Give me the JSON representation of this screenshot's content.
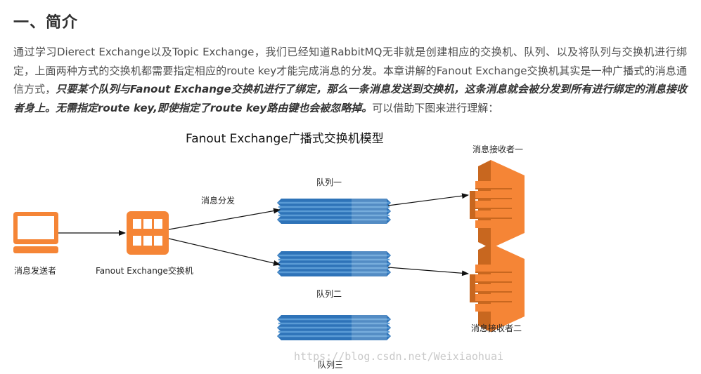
{
  "heading": "一、简介",
  "paragraph": {
    "plain_1": "通过学习Dierect Exchange以及Topic Exchange，我们已经知道RabbitMQ无非就是创建相应的交换机、队列、以及将队列与交换机进行绑定，上面两种方式的交换机都需要指定相应的route key才能完成消息的分发。本章讲解的Fanout Exchange交换机其实是一种广播式的消息通信方式，",
    "emphasis": "只要某个队列与Fanout Exchange交换机进行了绑定，那么一条消息发送到交换机，这条消息就会被分发到所有进行绑定的消息接收者身上。无需指定route key,即使指定了route key路由键也会被忽略掉。",
    "plain_2": "可以借助下图来进行理解："
  },
  "diagram": {
    "title": "Fanout Exchange广播式交换机模型",
    "sender_label": "消息发送者",
    "exchange_label": "Fanout Exchange交换机",
    "dispatch_label": "消息分发",
    "queue1_label": "队列一",
    "queue2_label": "队列二",
    "queue3_label": "队列三",
    "receiver1_label": "消息接收者一",
    "receiver2_label": "消息接收者二",
    "watermark": "https://blog.csdn.net/Weixiaohuai"
  },
  "colors": {
    "orange": "#f58536",
    "orange_dark": "#c8671f",
    "queue_blue": "#2e73b8",
    "queue_light": "#5a9bd5",
    "arrow": "#111111"
  }
}
